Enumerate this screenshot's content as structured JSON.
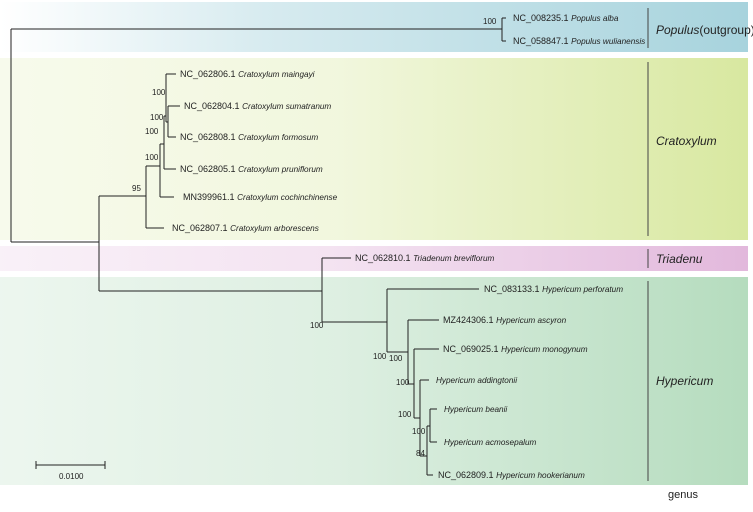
{
  "colors": {
    "populus": "#a7d3dd",
    "cratoxylum": "#d8e8a0",
    "triadenum": "#e2b8dc",
    "hypericum": "#b5dcbe"
  },
  "groups": {
    "populus": {
      "name": "Populus",
      "suffix": "(outgroup)"
    },
    "cratoxylum": {
      "name": "Cratoxylum"
    },
    "triadenum": {
      "name": "Triadenu"
    },
    "hypericum": {
      "name": "Hypericum"
    }
  },
  "taxa": [
    {
      "acc": "NC_008235.1",
      "sp": "Populus alba"
    },
    {
      "acc": "NC_058847.1",
      "sp": "Populus wulianensis"
    },
    {
      "acc": "NC_062806.1",
      "sp": "Cratoxylum maingayi"
    },
    {
      "acc": "NC_062804.1",
      "sp": "Cratoxylum sumatranum"
    },
    {
      "acc": "NC_062808.1",
      "sp": "Cratoxylum formosum"
    },
    {
      "acc": "NC_062805.1",
      "sp": "Cratoxylum pruniflorum"
    },
    {
      "acc": "MN399961.1",
      "sp": "Cratoxylum cochinchinense"
    },
    {
      "acc": "NC_062807.1",
      "sp": "Cratoxylum arborescens"
    },
    {
      "acc": "NC_062810.1",
      "sp": "Triadenum breviflorum"
    },
    {
      "acc": "NC_083133.1",
      "sp": "Hypericum perforatum"
    },
    {
      "acc": "MZ424306.1",
      "sp": "Hypericum ascyron"
    },
    {
      "acc": "NC_069025.1",
      "sp": "Hypericum monogynum"
    },
    {
      "acc": "",
      "sp": "Hypericum addingtonii"
    },
    {
      "acc": "",
      "sp": "Hypericum beanii"
    },
    {
      "acc": "",
      "sp": "Hypericum acmosepalum"
    },
    {
      "acc": "NC_062809.1",
      "sp": "Hypericum hookerianum"
    }
  ],
  "bootstrap": [
    "100",
    "100",
    "100",
    "100",
    "100",
    "95",
    "100",
    "100",
    "100",
    "100",
    "100",
    "100",
    "84"
  ],
  "scale_label": "0.0100",
  "footer_label": "genus"
}
